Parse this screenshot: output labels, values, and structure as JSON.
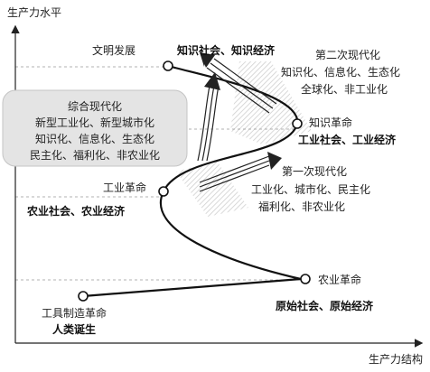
{
  "axes": {
    "y_label": "生产力水平",
    "x_label": "生产力结构"
  },
  "nodes": {
    "origin": {
      "label": "工具制造革命",
      "sub": "人类诞生"
    },
    "agri": {
      "label": "农业革命",
      "sub": "原始社会、原始经济"
    },
    "industrial": {
      "label": "工业革命",
      "sub": "农业社会、农业经济"
    },
    "knowledge": {
      "label": "知识革命",
      "sub": "工业社会、工业经济"
    },
    "civilization": {
      "label": "文明发展",
      "sub": "知识社会、知识经济"
    }
  },
  "first_modernization": {
    "title": "第一次现代化",
    "lines": [
      "工业化、城市化、民主化",
      "福利化、非农业化"
    ]
  },
  "second_modernization": {
    "title": "第二次现代化",
    "lines": [
      "知识化、信息化、生态化",
      "全球化、非工业化"
    ]
  },
  "integrated_modernization": {
    "title": "综合现代化",
    "lines": [
      "新型工业化、新型城市化",
      "知识化、信息化、生态化",
      "民主化、福利化、非农业化"
    ]
  },
  "colors": {
    "axis": "#222222",
    "curve": "#111111",
    "dashed_line": "#999999",
    "integrated_box": "#e4e4e4",
    "hatch": "#cfcfcf"
  }
}
